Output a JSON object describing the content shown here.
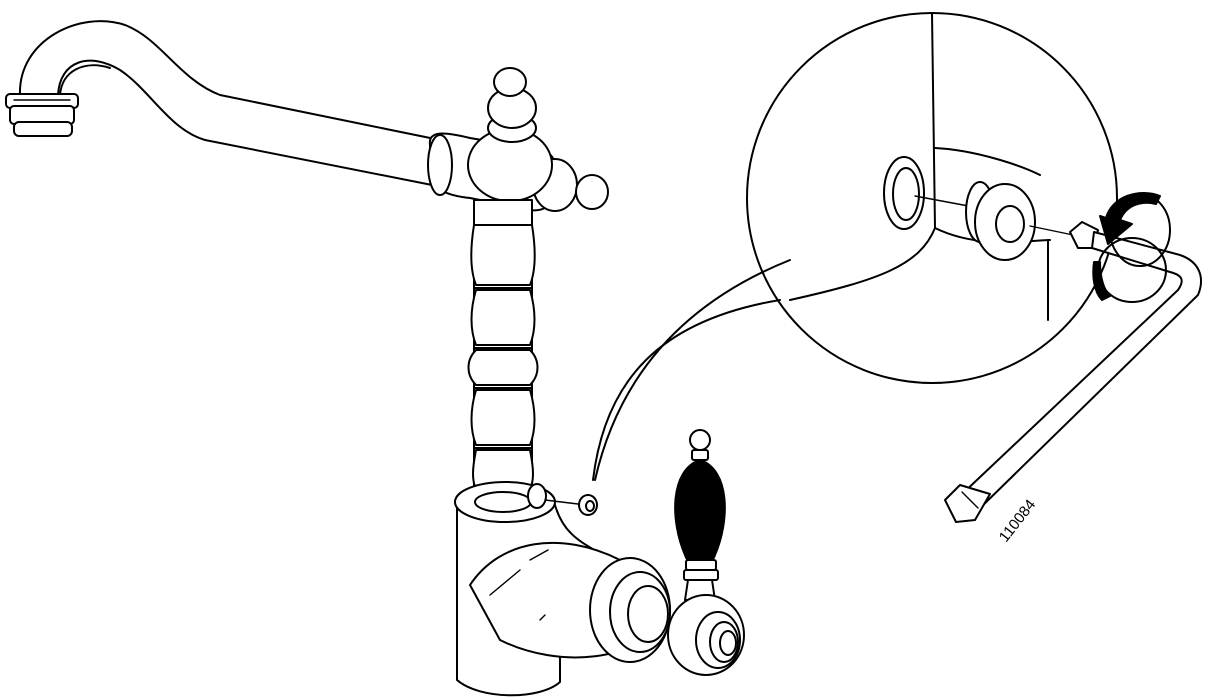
{
  "figure": {
    "label": "110084",
    "colors": {
      "line": "#000000",
      "background": "#ffffff"
    },
    "icons": [
      "spout",
      "handle-lever",
      "set-screw",
      "allen-key",
      "rotation-arrow",
      "detail-magnifier"
    ]
  }
}
